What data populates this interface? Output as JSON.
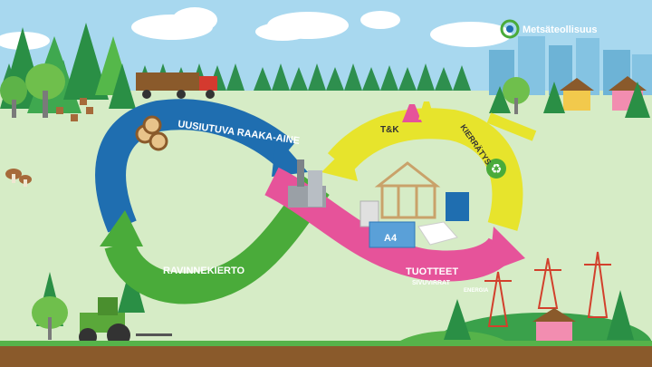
{
  "logo": {
    "brand": "Metsäteollisuus"
  },
  "cycle": {
    "raw_material": "UUSIUTUVA RAAKA-AINE",
    "nutrient_cycle": "RAVINNEKIERTO",
    "rnd": "T&K",
    "recycling": "KIERRÄTYS",
    "products": "TUOTTEET",
    "side_streams": "SIVUVIRRAT",
    "energy": "ENERGIA",
    "paper_pack": "A4"
  },
  "colors": {
    "blue": "#1f6eb0",
    "green": "#4aab3a",
    "yellow": "#e7e42c",
    "pink": "#e6539a",
    "sky": "#cfe6f3",
    "ground": "#dbeccb"
  }
}
